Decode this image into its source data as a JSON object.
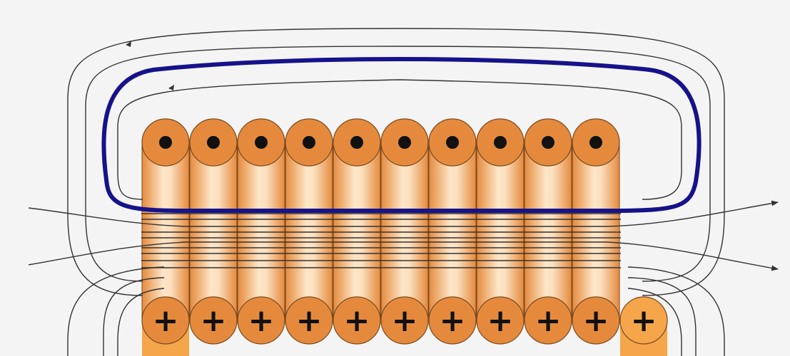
{
  "diagram": {
    "background_color": "#f4f4f4",
    "field_line_color": "#333333",
    "loop_color": "#16128a",
    "wire_color": "#e58a3c",
    "wire_outline_color": "#7a4a20",
    "wire_highlight_color": "#fbe0c0",
    "turn_count": 10,
    "extra_bottom_wire_count": 1,
    "top_symbol_name": "current-out-of-page-dot",
    "bottom_symbol": "+",
    "bottom_symbol_name": "current-into-page-plus",
    "arrowheads": "right"
  }
}
